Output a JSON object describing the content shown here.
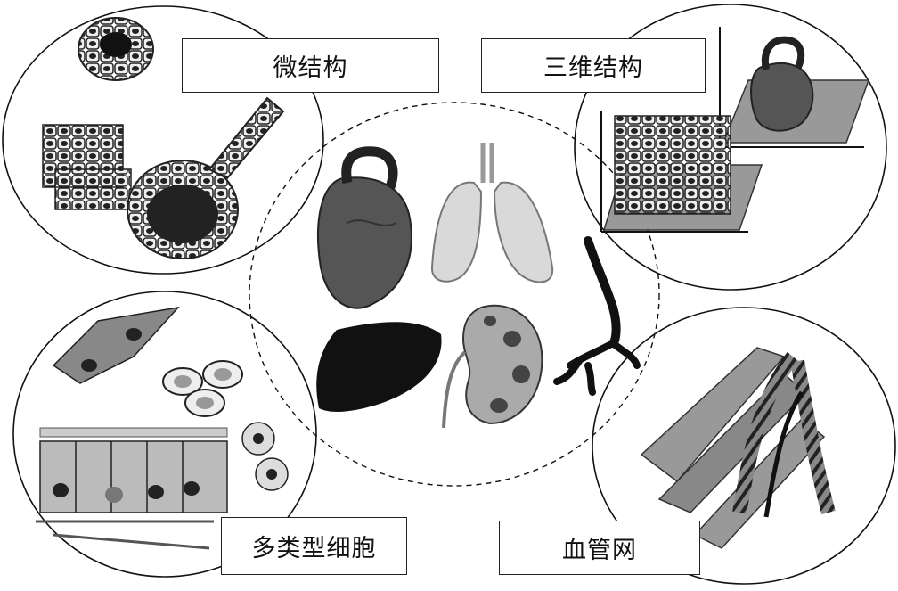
{
  "labels": {
    "micro_structure": "微结构",
    "three_d_structure": "三维结构",
    "multi_cell_types": "多类型细胞",
    "vascular_network": "血管网"
  },
  "icons": [
    "heart-icon",
    "lungs-icon",
    "liver-icon",
    "kidney-icon",
    "vessel-tree-icon",
    "tubule-ring-icon",
    "cell-grid-icon",
    "layered-scaffold-icon",
    "epithelial-cells-icon",
    "blood-cells-icon",
    "fiber-network-icon"
  ],
  "colors": {
    "line": "#111111",
    "organ_dark": "#555555",
    "organ_mid": "#888888",
    "organ_light": "#d9d9d9"
  }
}
